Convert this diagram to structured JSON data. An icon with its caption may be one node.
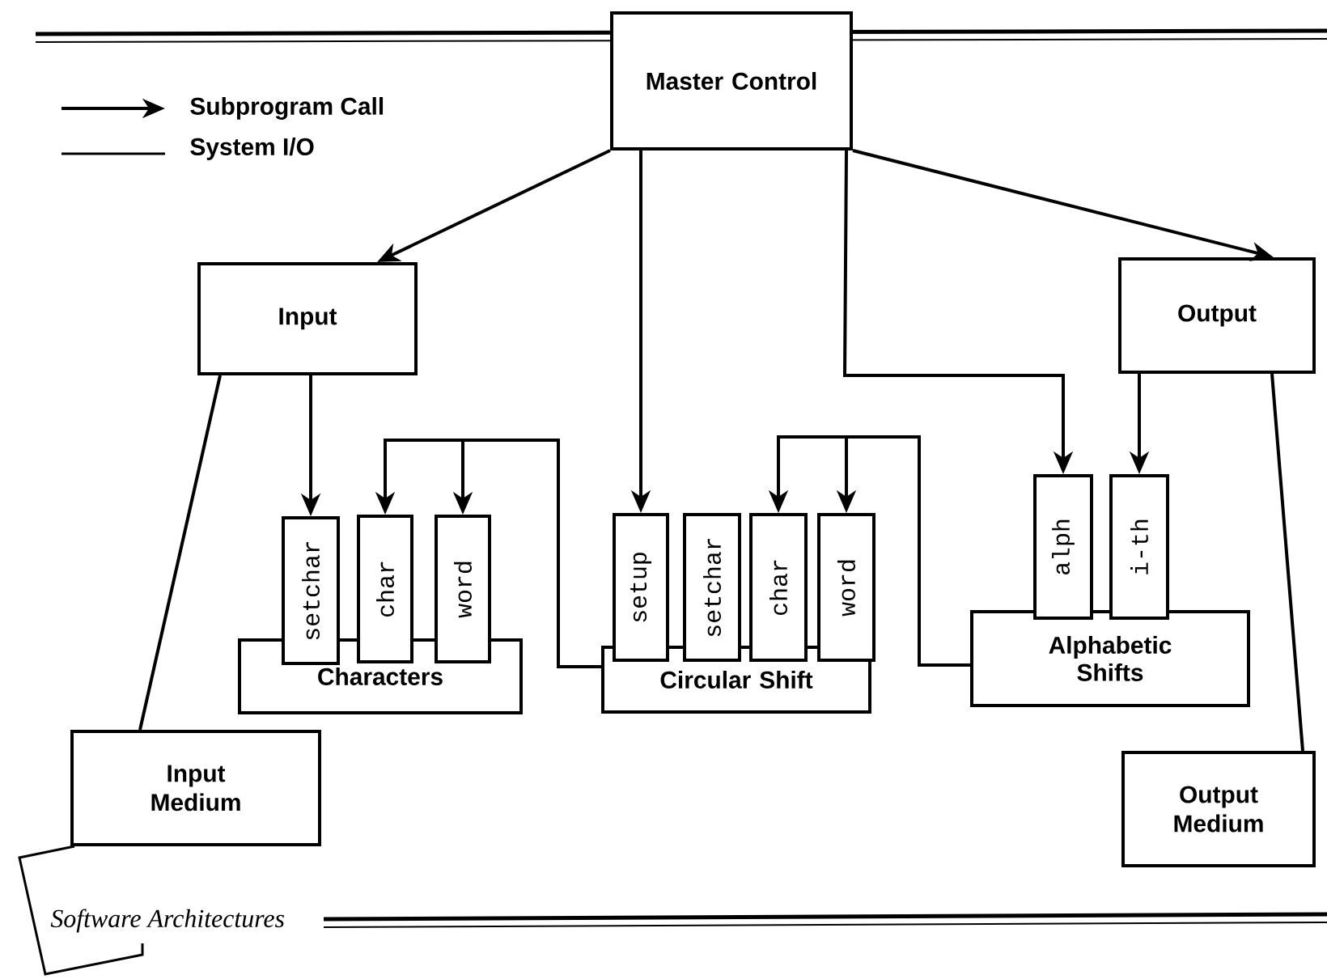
{
  "diagram": {
    "nodes": [
      {
        "text": [
          "Master Control"
        ]
      },
      {
        "text": [
          "Input"
        ]
      },
      {
        "text": [
          "Output"
        ]
      },
      {
        "text": [
          "Characters"
        ]
      },
      {
        "text": [
          "setchar"
        ]
      },
      {
        "text": [
          "char"
        ]
      },
      {
        "text": [
          "word"
        ]
      },
      {
        "text": [
          "Circular Shift"
        ]
      },
      {
        "text": [
          "setup"
        ]
      },
      {
        "text": [
          "setchar"
        ]
      },
      {
        "text": [
          "char"
        ]
      },
      {
        "text": [
          "word"
        ]
      },
      {
        "text": [
          "Alphabetic Shifts"
        ]
      },
      {
        "text": [
          "alph"
        ]
      },
      {
        "text": [
          "i-th"
        ]
      },
      {
        "text": [
          "Input Medium"
        ]
      },
      {
        "text": [
          "Output Medium"
        ]
      }
    ],
    "edges": [
      {
        "from": 0,
        "to": 1,
        "arrow": "to"
      },
      {
        "from": 0,
        "to": 2,
        "arrow": "to"
      },
      {
        "from": 0,
        "to": 8,
        "arrow": "to"
      },
      {
        "from": 0,
        "to": 13,
        "arrow": "to"
      },
      {
        "from": 1,
        "to": 4,
        "arrow": "to"
      },
      {
        "from": 2,
        "to": 14,
        "arrow": "to"
      },
      {
        "from": 7,
        "to": 5,
        "arrow": "to"
      },
      {
        "from": 7,
        "to": 6,
        "arrow": "to"
      },
      {
        "from": 12,
        "to": 10,
        "arrow": "to"
      },
      {
        "from": 12,
        "to": 11,
        "arrow": "to"
      },
      {
        "from": 1,
        "to": 15,
        "arrow": "none"
      },
      {
        "from": 2,
        "to": 16,
        "arrow": "none"
      }
    ],
    "labels": [
      "Software Architectures"
    ],
    "legend": [
      {
        "text": "Subprogram Call"
      },
      {
        "text": "System I/O"
      }
    ]
  }
}
